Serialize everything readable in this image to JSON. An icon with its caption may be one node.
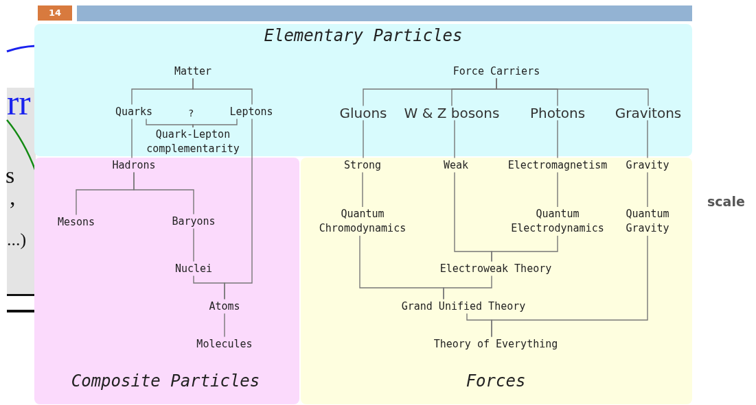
{
  "diagram": {
    "nodes": [
      {
        "text": [
          "Elementary Particles"
        ]
      },
      {
        "text": [
          "Composite Particles"
        ]
      },
      {
        "text": [
          "Forces"
        ]
      },
      {
        "text": [
          "Matter"
        ],
        "in": 0
      },
      {
        "text": [
          "Quarks"
        ],
        "in": 0
      },
      {
        "text": [
          "Leptons"
        ],
        "in": 0
      },
      {
        "text": [
          "Quark-Lepton complementarity"
        ],
        "in": 0
      },
      {
        "text": [
          "Force Carriers"
        ],
        "in": 0
      },
      {
        "text": [
          "Gluons"
        ],
        "in": 0
      },
      {
        "text": [
          "W & Z bosons"
        ],
        "in": 0
      },
      {
        "text": [
          "Photons"
        ],
        "in": 0
      },
      {
        "text": [
          "Gravitons"
        ],
        "in": 0
      },
      {
        "text": [
          "Hadrons"
        ],
        "in": 1
      },
      {
        "text": [
          "Mesons"
        ],
        "in": 1
      },
      {
        "text": [
          "Baryons"
        ],
        "in": 1
      },
      {
        "text": [
          "Nuclei"
        ],
        "in": 1
      },
      {
        "text": [
          "Atoms"
        ],
        "in": 1
      },
      {
        "text": [
          "Molecules"
        ],
        "in": 1
      },
      {
        "text": [
          "Strong"
        ],
        "in": 2
      },
      {
        "text": [
          "Weak"
        ],
        "in": 2
      },
      {
        "text": [
          "Electromagnetism"
        ],
        "in": 2
      },
      {
        "text": [
          "Gravity"
        ],
        "in": 2
      },
      {
        "text": [
          "Quantum Chromodynamics"
        ],
        "in": 2
      },
      {
        "text": [
          "Quantum Electrodynamics"
        ],
        "in": 2
      },
      {
        "text": [
          "Quantum Gravity"
        ],
        "in": 2
      },
      {
        "text": [
          "Electroweak Theory"
        ],
        "in": 2
      },
      {
        "text": [
          "Grand Unified Theory"
        ],
        "in": 2
      },
      {
        "text": [
          "Theory of Everything"
        ],
        "in": 2
      }
    ],
    "edges": [
      {
        "from": 3,
        "to": 4,
        "arrow": "none"
      },
      {
        "from": 3,
        "to": 5,
        "arrow": "none"
      },
      {
        "from": 4,
        "to": 6,
        "arrow": "none"
      },
      {
        "from": 5,
        "to": 6,
        "arrow": "none"
      },
      {
        "from": 4,
        "to": 12,
        "arrow": "none"
      },
      {
        "from": 5,
        "to": 16,
        "arrow": "none"
      },
      {
        "from": 7,
        "to": 8,
        "arrow": "none"
      },
      {
        "from": 7,
        "to": 9,
        "arrow": "none"
      },
      {
        "from": 7,
        "to": 10,
        "arrow": "none"
      },
      {
        "from": 7,
        "to": 11,
        "arrow": "none"
      },
      {
        "from": 8,
        "to": 18,
        "arrow": "none"
      },
      {
        "from": 9,
        "to": 19,
        "arrow": "none"
      },
      {
        "from": 10,
        "to": 20,
        "arrow": "none"
      },
      {
        "from": 11,
        "to": 21,
        "arrow": "none"
      },
      {
        "from": 12,
        "to": 13,
        "arrow": "none"
      },
      {
        "from": 12,
        "to": 14,
        "arrow": "none"
      },
      {
        "from": 14,
        "to": 15,
        "arrow": "none"
      },
      {
        "from": 15,
        "to": 16,
        "arrow": "none"
      },
      {
        "from": 16,
        "to": 17,
        "arrow": "none"
      },
      {
        "from": 18,
        "to": 22,
        "arrow": "none"
      },
      {
        "from": 20,
        "to": 23,
        "arrow": "none"
      },
      {
        "from": 21,
        "to": 24,
        "arrow": "none"
      },
      {
        "from": 19,
        "to": 25,
        "arrow": "none"
      },
      {
        "from": 23,
        "to": 25,
        "arrow": "none"
      },
      {
        "from": 22,
        "to": 26,
        "arrow": "none"
      },
      {
        "from": 25,
        "to": 26,
        "arrow": "none"
      },
      {
        "from": 26,
        "to": 27,
        "arrow": "none"
      },
      {
        "from": 24,
        "to": 27,
        "arrow": "none"
      }
    ],
    "labels": [
      "14",
      "?",
      "rr",
      "s",
      ",",
      "...)",
      "scale"
    ]
  }
}
